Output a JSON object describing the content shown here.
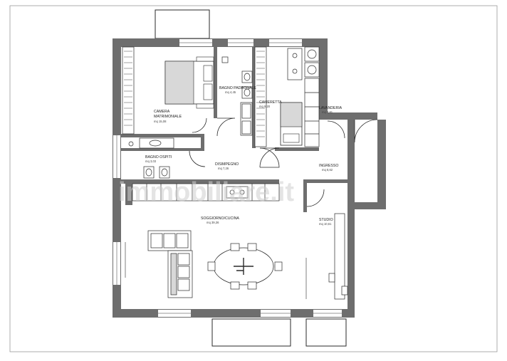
{
  "rooms": {
    "camera": {
      "name": "CAMERA\nMATRIMONIALE",
      "area": "mq 15,08"
    },
    "bagno_padronale": {
      "name": "BAGNO PADRONALE",
      "area": "mq 4,45"
    },
    "cameretta": {
      "name": "CAMERETTA",
      "area": "mq 9,20"
    },
    "lavanderia": {
      "name": "LAVANDERIA",
      "area": "mq 4,81"
    },
    "bagno_ospiti": {
      "name": "BAGNO OSPITI",
      "area": "mq 3,03"
    },
    "disimpegno": {
      "name": "DISIMPEGNO",
      "area": "mq 7,26"
    },
    "ingresso": {
      "name": "INGRESSO",
      "area": "mq 8,62"
    },
    "soggiorno": {
      "name": "SOGGIORNO/CUCINA",
      "area": "mq 39,36"
    },
    "studio": {
      "name": "STUDIO",
      "area": "mq 10,61"
    }
  },
  "watermark": "immobiliare.it",
  "colors": {
    "wall": "#6e6e6e",
    "line": "#2a2a2a",
    "glass": "#9a9a9a"
  }
}
